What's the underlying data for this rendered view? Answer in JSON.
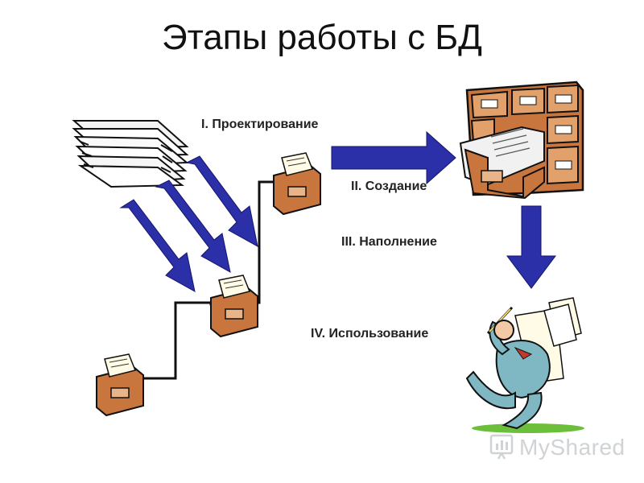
{
  "title": "Этапы работы с БД",
  "stages": [
    {
      "label": "I. Проектирование"
    },
    {
      "label": "II. Создание"
    },
    {
      "label": "III. Наполнение"
    },
    {
      "label": "IV. Использование"
    }
  ],
  "colors": {
    "arrow_fill": "#2b2fa8",
    "arrow_stroke": "#14166a",
    "wood": "#c8763e",
    "wood_dark": "#7a3a17",
    "paper": "#fffbe6"
  },
  "icons": [
    "paper-stack-icon",
    "file-drawer-icon",
    "card-catalog-icon",
    "running-man-icon"
  ],
  "watermark": "MyShared"
}
